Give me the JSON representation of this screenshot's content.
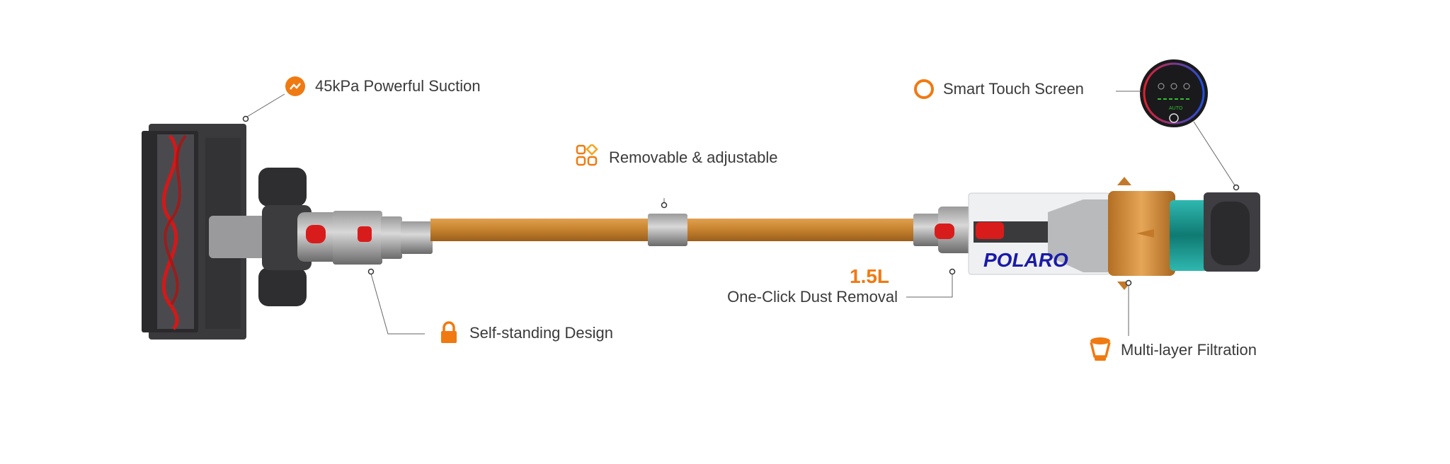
{
  "features": {
    "suction": {
      "label": "45kPa Powerful Suction",
      "icon": "suction-wave-icon"
    },
    "removable": {
      "label": "Removable & adjustable",
      "icon": "modules-grid-icon"
    },
    "touch_screen": {
      "label": "Smart Touch Screen",
      "icon": "ring-icon"
    },
    "dust_removal": {
      "capacity": "1.5L",
      "label": "One-Click Dust Removal"
    },
    "self_standing": {
      "label": "Self-standing Design",
      "icon": "lock-icon"
    },
    "filtration": {
      "label": "Multi-layer Filtration",
      "icon": "filter-cup-icon"
    }
  },
  "product": {
    "brand": "POLARO",
    "screen_mode": "AUTO"
  },
  "colors": {
    "accent": "#f07a12",
    "wand": "#c98530",
    "brand": "#1a1aa8",
    "text": "#3a3a3a"
  }
}
